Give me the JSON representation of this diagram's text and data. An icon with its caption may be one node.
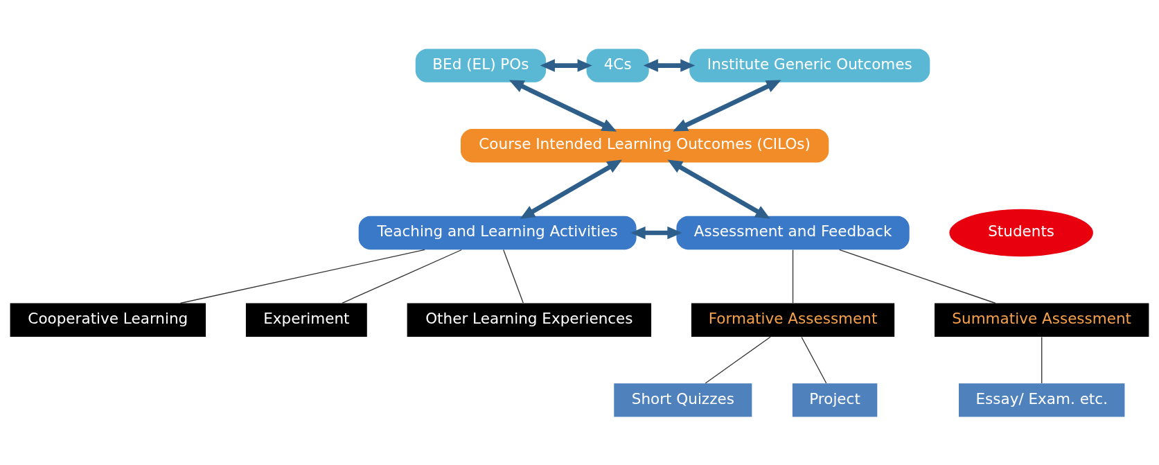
{
  "diagram": {
    "nodes": [
      {
        "text": [
          "BEd (EL) POs"
        ]
      },
      {
        "text": [
          "4Cs"
        ]
      },
      {
        "text": [
          "Institute Generic Outcomes"
        ]
      },
      {
        "text": [
          "Course Intended Learning Outcomes (CILOs)"
        ]
      },
      {
        "text": [
          "Teaching and Learning Activities"
        ]
      },
      {
        "text": [
          "Students"
        ]
      },
      {
        "text": [
          "Assessment and Feedback"
        ]
      },
      {
        "text": [
          "Cooperative Learning"
        ]
      },
      {
        "text": [
          "Experiment"
        ]
      },
      {
        "text": [
          "Other Learning Experiences"
        ]
      },
      {
        "text": [
          "Formative Assessment"
        ]
      },
      {
        "text": [
          "Summative Assessment"
        ]
      },
      {
        "text": [
          "Short Quizzes"
        ]
      },
      {
        "text": [
          "Project"
        ]
      },
      {
        "text": [
          "Essay/ Exam. etc."
        ]
      }
    ],
    "edges": [
      {
        "from": 0,
        "to": 1,
        "arrow": "both",
        "style": "thick",
        "color": "#2e5f8a"
      },
      {
        "from": 1,
        "to": 2,
        "arrow": "both",
        "style": "thick",
        "color": "#2e5f8a"
      },
      {
        "from": 0,
        "to": 3,
        "arrow": "both",
        "style": "thick",
        "color": "#2e5f8a"
      },
      {
        "from": 2,
        "to": 3,
        "arrow": "both",
        "style": "thick",
        "color": "#2e5f8a"
      },
      {
        "from": 3,
        "to": 4,
        "arrow": "both",
        "style": "thick",
        "color": "#2e5f8a"
      },
      {
        "from": 3,
        "to": 6,
        "arrow": "both",
        "style": "thick",
        "color": "#2e5f8a"
      },
      {
        "from": 4,
        "to": 6,
        "arrow": "both",
        "style": "thick",
        "color": "#2e5f8a"
      },
      {
        "from": 4,
        "to": 7,
        "arrow": "none"
      },
      {
        "from": 4,
        "to": 8,
        "arrow": "none"
      },
      {
        "from": 4,
        "to": 9,
        "arrow": "none"
      },
      {
        "from": 6,
        "to": 10,
        "arrow": "none"
      },
      {
        "from": 6,
        "to": 11,
        "arrow": "none"
      },
      {
        "from": 10,
        "to": 12,
        "arrow": "none"
      },
      {
        "from": 10,
        "to": 13,
        "arrow": "none"
      },
      {
        "from": 11,
        "to": 14,
        "arrow": "none"
      }
    ]
  }
}
